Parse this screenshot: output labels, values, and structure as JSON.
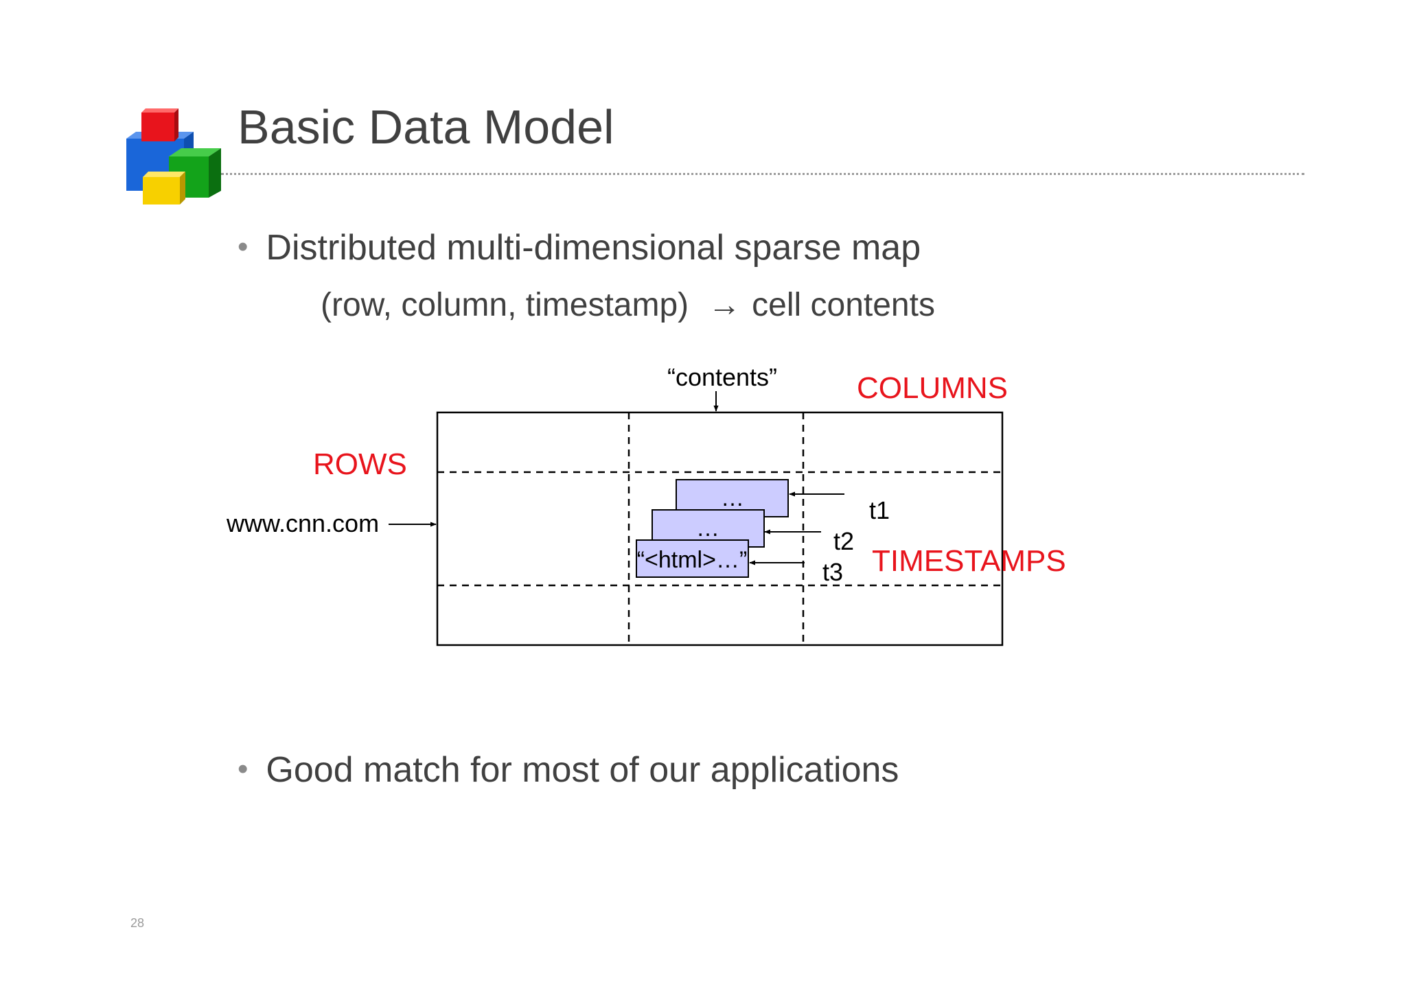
{
  "slide": {
    "title": "Basic Data Model",
    "bullets": [
      "Distributed multi-dimensional sparse map",
      "Good match for most of our applications"
    ],
    "mapping": {
      "left": "(row, column, timestamp)",
      "arrow": "→",
      "right": "cell contents"
    },
    "page_number": "28"
  },
  "diagram": {
    "contents_label": "“contents”",
    "columns_label": "COLUMNS",
    "rows_label": "ROWS",
    "timestamps_label": "TIMESTAMPS",
    "row_key": "www.cnn.com",
    "cell_versions": [
      {
        "text": "…",
        "timestamp": "t1"
      },
      {
        "text": "…",
        "timestamp": "t2"
      },
      {
        "text": "“<html>…”",
        "timestamp": "t3"
      }
    ]
  },
  "colors": {
    "label_red": "#e8141c",
    "cell_fill": "#ccccff",
    "text": "#404040",
    "logo_red": "#e8141c",
    "logo_blue": "#1a66d9",
    "logo_green": "#13a31a",
    "logo_yellow": "#f7d000"
  },
  "icons": {
    "logo": "stacked-color-cubes-logo",
    "bullet": "bullet-dot",
    "arrow": "right-arrow"
  }
}
